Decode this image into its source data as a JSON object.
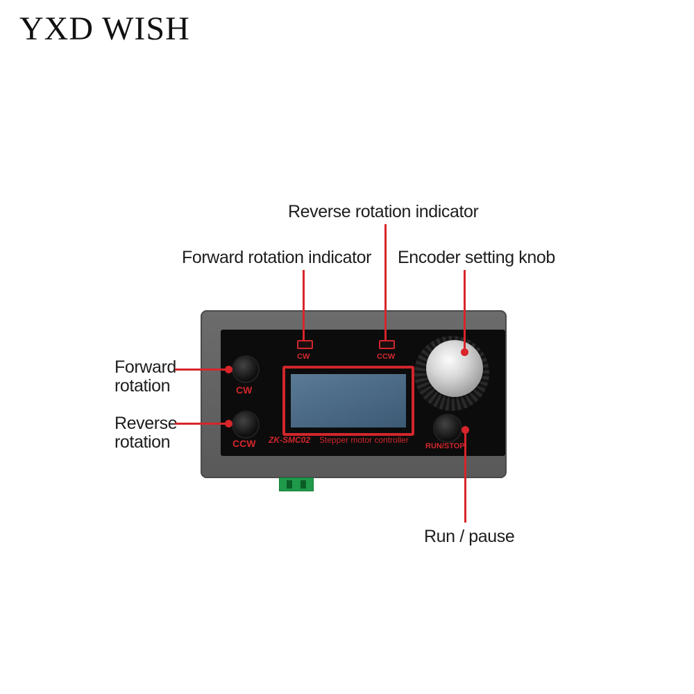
{
  "brand": "YXD WISH",
  "callouts": {
    "reverse_indicator": "Reverse rotation indicator",
    "forward_indicator": "Forward rotation indicator",
    "encoder_knob": "Encoder setting knob",
    "forward_rotation": [
      "Forward",
      "rotation"
    ],
    "reverse_rotation": [
      "Reverse",
      "rotation"
    ],
    "run_pause": "Run / pause"
  },
  "device": {
    "led_cw_label": "CW",
    "led_ccw_label": "CCW",
    "btn_cw_label": "CW",
    "btn_ccw_label": "CCW",
    "btn_run_label": "RUN/STOP",
    "model_label": "ZK-SMC02",
    "product_label": "Stepper motor controller"
  },
  "colors": {
    "accent": "#d8242a",
    "case": "#5f5f5f",
    "panel": "#0c0c0c",
    "terminal": "#1f9a4a"
  }
}
